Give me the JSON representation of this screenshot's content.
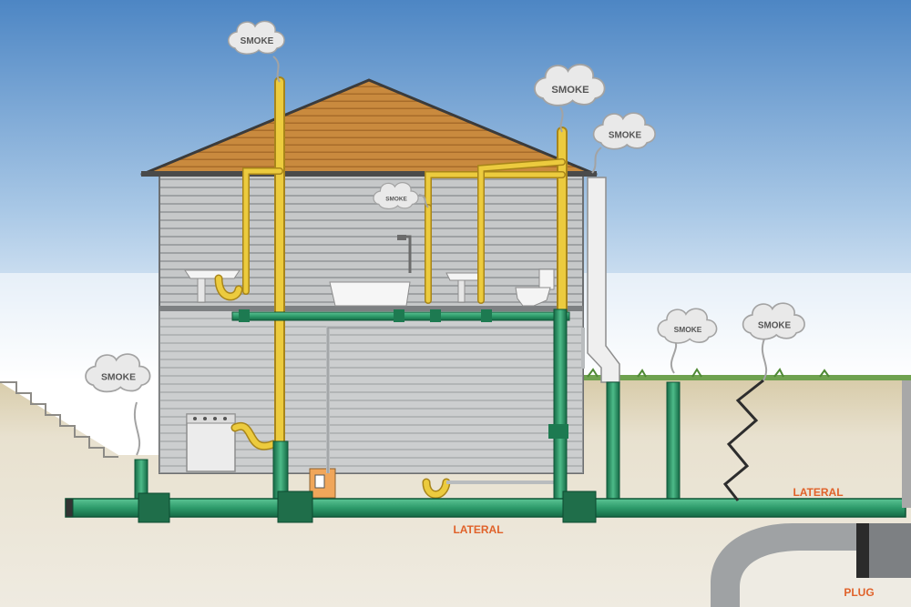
{
  "labels": {
    "smoke": "SMOKE",
    "lateral": "LATERAL",
    "plug": "PLUG"
  },
  "colors": {
    "sky_top": "#4d86c4",
    "sky_bottom": "#ffffff",
    "soil": "#e9e2cf",
    "pipe_green": "#2e9b6b",
    "pipe_yellow": "#e3c028",
    "roof": "#c4843b",
    "siding": "#c4c6c7",
    "label_orange": "#e0622a"
  }
}
